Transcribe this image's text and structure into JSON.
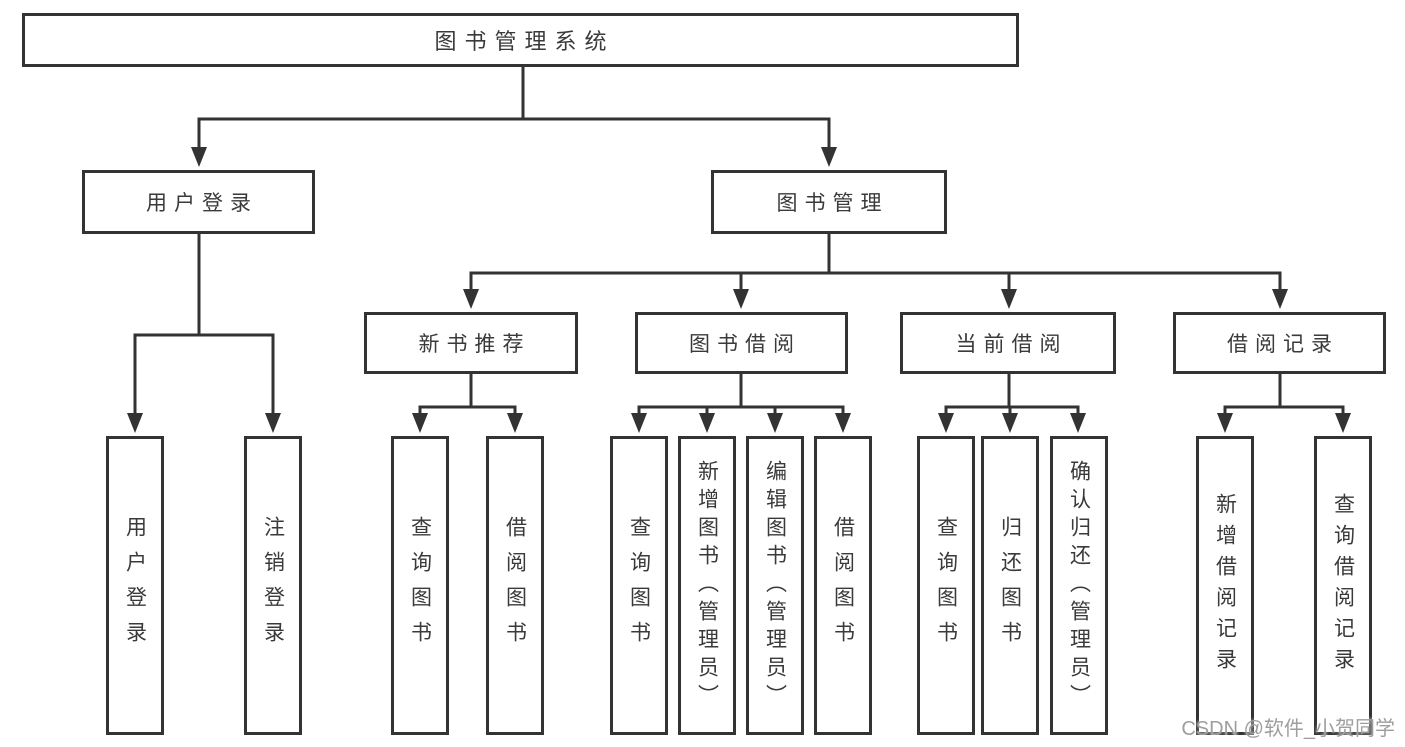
{
  "tree": {
    "label": "图书管理系统",
    "children": [
      {
        "label": "用户登录",
        "children": [
          {
            "label": "用户登录"
          },
          {
            "label": "注销登录"
          }
        ]
      },
      {
        "label": "图书管理",
        "children": [
          {
            "label": "新书推荐",
            "children": [
              {
                "label": "查询图书"
              },
              {
                "label": "借阅图书"
              }
            ]
          },
          {
            "label": "图书借阅",
            "children": [
              {
                "label": "查询图书"
              },
              {
                "label": "新增图书（管理员）"
              },
              {
                "label": "编辑图书（管理员）"
              },
              {
                "label": "借阅图书"
              }
            ]
          },
          {
            "label": "当前借阅",
            "children": [
              {
                "label": "查询图书"
              },
              {
                "label": "归还图书"
              },
              {
                "label": "确认归还（管理员）"
              }
            ]
          },
          {
            "label": "借阅记录",
            "children": [
              {
                "label": "新增借阅记录"
              },
              {
                "label": "查询借阅记录"
              }
            ]
          }
        ]
      }
    ]
  },
  "watermark": {
    "text": "CSDN @软件_小贺同学"
  },
  "colors": {
    "line": "#333333",
    "text": "#3a3a3a",
    "fill": "#ffffff",
    "watermark": "#9e9e9e"
  }
}
